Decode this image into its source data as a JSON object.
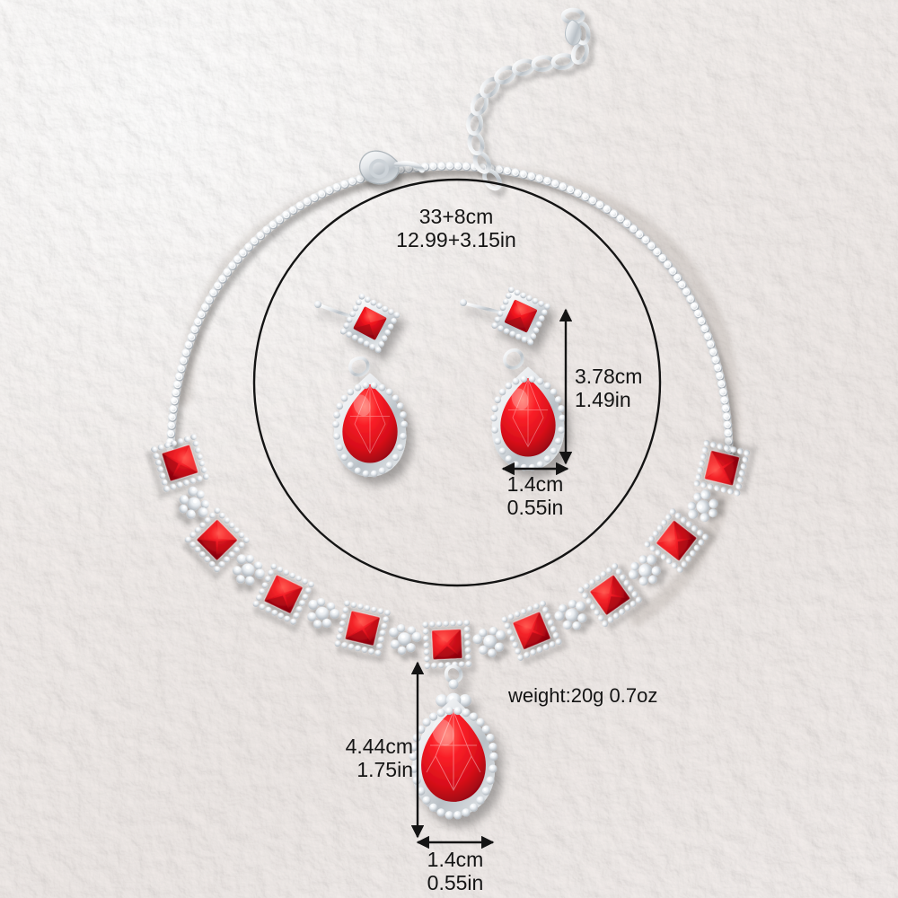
{
  "product": {
    "name": "red-crystal-bridal-jewelry-set",
    "background": "textured-plaster-off-white",
    "metal_color": "#dcdcdc",
    "stone_color": "#e8112b",
    "annotation_color": "#141414"
  },
  "annotations": {
    "necklace_length": {
      "cm": "33+8cm",
      "in": "12.99+3.15in"
    },
    "earring_height": {
      "cm": "3.78cm",
      "in": "1.49in"
    },
    "earring_width": {
      "cm": "1.4cm",
      "in": "0.55in"
    },
    "pendant_height": {
      "cm": "4.44cm",
      "in": "1.75in"
    },
    "pendant_width": {
      "cm": "1.4cm",
      "in": "0.55in"
    },
    "weight": "weight:20g  0.7oz"
  },
  "components": {
    "necklace": "rhinestone-tennis-chain-necklace",
    "clasp": "lobster-clasp",
    "extender": "extender-chain",
    "earrings": "teardrop-drop-earrings",
    "pendant": "teardrop-pendant",
    "square_stones": "princess-cut-red-stones",
    "circle_outline": "detail-circle-outline"
  }
}
